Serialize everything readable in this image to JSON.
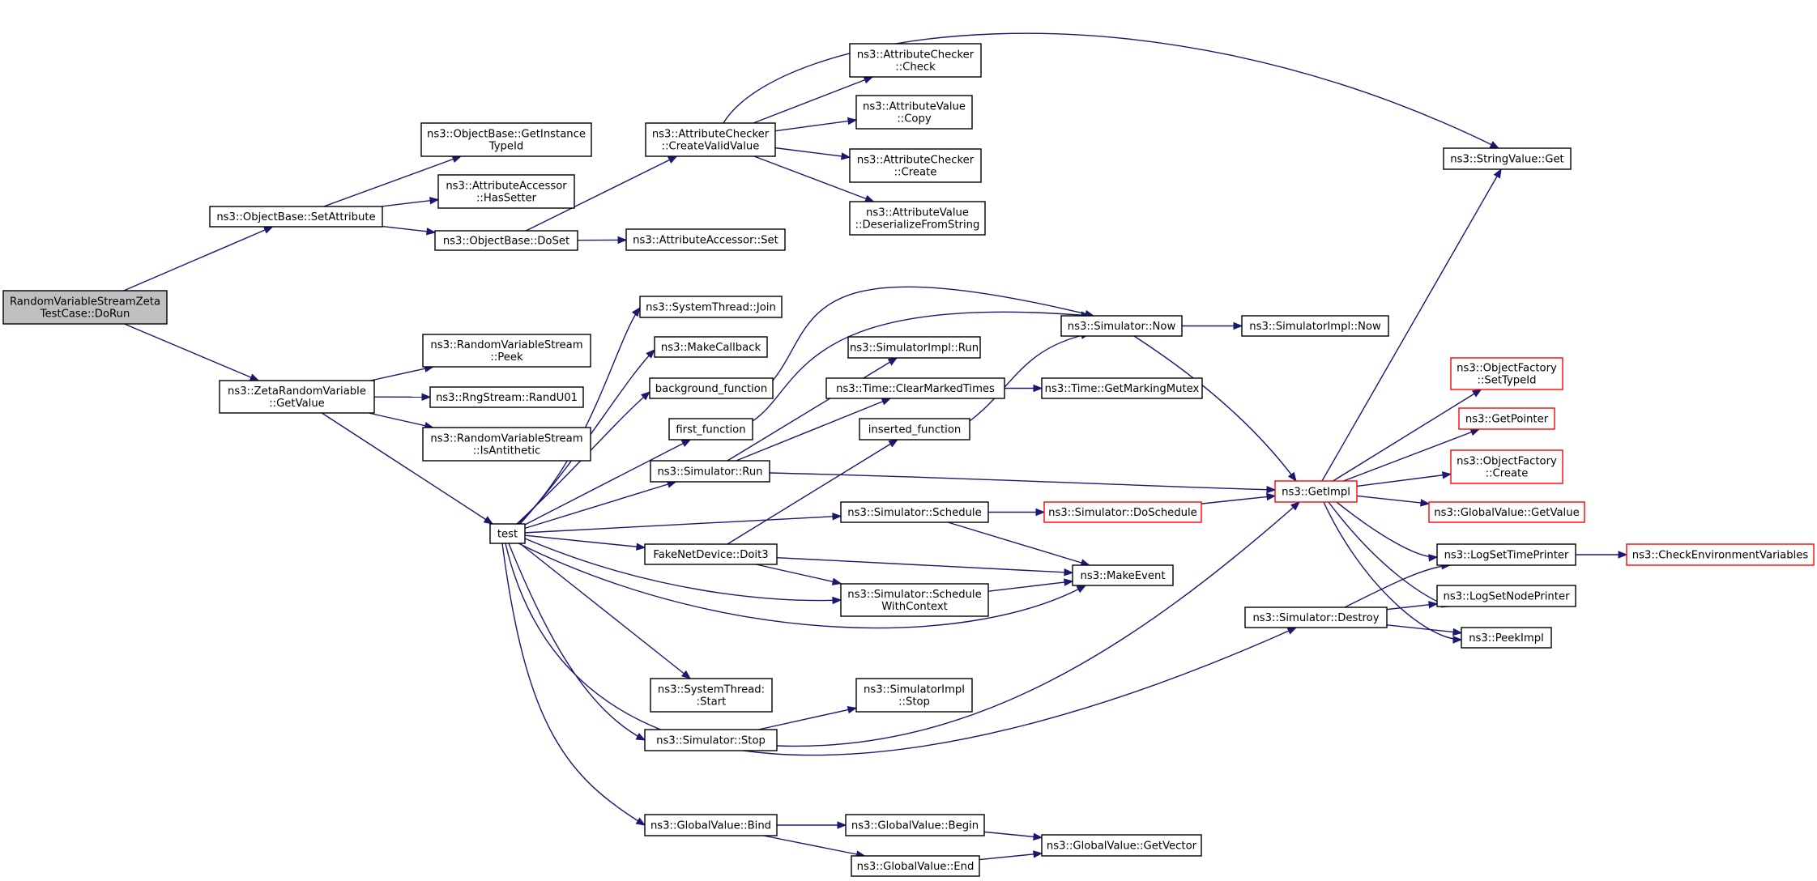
{
  "graph": {
    "colors": {
      "edge": "#191970",
      "node_border": "#000000",
      "truncated_border": "#ff0000",
      "root_fill": "#bfbfbf",
      "node_fill": "#ffffff"
    },
    "nodes": [
      {
        "id": "root",
        "lines": [
          "RandomVariableStreamZeta",
          "TestCase::DoRun"
        ],
        "style": "root"
      },
      {
        "id": "setattr",
        "lines": [
          "ns3::ObjectBase::SetAttribute"
        ],
        "style": "normal"
      },
      {
        "id": "getinst",
        "lines": [
          "ns3::ObjectBase::GetInstance",
          "TypeId"
        ],
        "style": "normal"
      },
      {
        "id": "hassetter",
        "lines": [
          "ns3::AttributeAccessor",
          "::HasSetter"
        ],
        "style": "normal"
      },
      {
        "id": "doset",
        "lines": [
          "ns3::ObjectBase::DoSet"
        ],
        "style": "normal"
      },
      {
        "id": "createvalid",
        "lines": [
          "ns3::AttributeChecker",
          "::CreateValidValue"
        ],
        "style": "normal"
      },
      {
        "id": "accset",
        "lines": [
          "ns3::AttributeAccessor::Set"
        ],
        "style": "normal"
      },
      {
        "id": "check",
        "lines": [
          "ns3::AttributeChecker",
          "::Check"
        ],
        "style": "normal"
      },
      {
        "id": "copy",
        "lines": [
          "ns3::AttributeValue",
          "::Copy"
        ],
        "style": "normal"
      },
      {
        "id": "checkcreate",
        "lines": [
          "ns3::AttributeChecker",
          "::Create"
        ],
        "style": "normal"
      },
      {
        "id": "deser",
        "lines": [
          "ns3::AttributeValue",
          "::DeserializeFromString"
        ],
        "style": "normal"
      },
      {
        "id": "strget",
        "lines": [
          "ns3::StringValue::Get"
        ],
        "style": "normal"
      },
      {
        "id": "zetaget",
        "lines": [
          "ns3::ZetaRandomVariable",
          "::GetValue"
        ],
        "style": "normal"
      },
      {
        "id": "peek",
        "lines": [
          "ns3::RandomVariableStream",
          "::Peek"
        ],
        "style": "normal"
      },
      {
        "id": "randu01",
        "lines": [
          "ns3::RngStream::RandU01"
        ],
        "style": "normal"
      },
      {
        "id": "isanti",
        "lines": [
          "ns3::RandomVariableStream",
          "::IsAntithetic"
        ],
        "style": "normal"
      },
      {
        "id": "test",
        "lines": [
          "test"
        ],
        "style": "normal"
      },
      {
        "id": "join",
        "lines": [
          "ns3::SystemThread::Join"
        ],
        "style": "normal"
      },
      {
        "id": "makecb",
        "lines": [
          "ns3::MakeCallback"
        ],
        "style": "normal"
      },
      {
        "id": "bgfunc",
        "lines": [
          "background_function"
        ],
        "style": "normal"
      },
      {
        "id": "firstfunc",
        "lines": [
          "first_function"
        ],
        "style": "normal"
      },
      {
        "id": "simrun",
        "lines": [
          "ns3::Simulator::Run"
        ],
        "style": "normal"
      },
      {
        "id": "simimplrun",
        "lines": [
          "ns3::SimulatorImpl::Run"
        ],
        "style": "normal"
      },
      {
        "id": "clearmarked",
        "lines": [
          "ns3::Time::ClearMarkedTimes"
        ],
        "style": "normal"
      },
      {
        "id": "insfunc",
        "lines": [
          "inserted_function"
        ],
        "style": "normal"
      },
      {
        "id": "simnow",
        "lines": [
          "ns3::Simulator::Now"
        ],
        "style": "normal"
      },
      {
        "id": "implnow",
        "lines": [
          "ns3::SimulatorImpl::Now"
        ],
        "style": "normal"
      },
      {
        "id": "getmutex",
        "lines": [
          "ns3::Time::GetMarkingMutex"
        ],
        "style": "normal"
      },
      {
        "id": "simsched",
        "lines": [
          "ns3::Simulator::Schedule"
        ],
        "style": "normal"
      },
      {
        "id": "doschedule",
        "lines": [
          "ns3::Simulator::DoSchedule"
        ],
        "style": "truncated"
      },
      {
        "id": "getimpl",
        "lines": [
          "ns3::GetImpl"
        ],
        "style": "truncated"
      },
      {
        "id": "doit3",
        "lines": [
          "FakeNetDevice::Doit3"
        ],
        "style": "normal"
      },
      {
        "id": "schedctx",
        "lines": [
          "ns3::Simulator::Schedule",
          "WithContext"
        ],
        "style": "normal"
      },
      {
        "id": "makeevent",
        "lines": [
          "ns3::MakeEvent"
        ],
        "style": "normal"
      },
      {
        "id": "simdestroy",
        "lines": [
          "ns3::Simulator::Destroy"
        ],
        "style": "normal"
      },
      {
        "id": "sysstart",
        "lines": [
          "ns3::SystemThread:",
          ":Start"
        ],
        "style": "normal"
      },
      {
        "id": "simimplstop",
        "lines": [
          "ns3::SimulatorImpl",
          "::Stop"
        ],
        "style": "normal"
      },
      {
        "id": "simstop",
        "lines": [
          "ns3::Simulator::Stop"
        ],
        "style": "normal"
      },
      {
        "id": "gvbind",
        "lines": [
          "ns3::GlobalValue::Bind"
        ],
        "style": "normal"
      },
      {
        "id": "gvbegin",
        "lines": [
          "ns3::GlobalValue::Begin"
        ],
        "style": "normal"
      },
      {
        "id": "gvend",
        "lines": [
          "ns3::GlobalValue::End"
        ],
        "style": "normal"
      },
      {
        "id": "gvgetvec",
        "lines": [
          "ns3::GlobalValue::GetVector"
        ],
        "style": "normal"
      },
      {
        "id": "ofsettype",
        "lines": [
          "ns3::ObjectFactory",
          "::SetTypeId"
        ],
        "style": "truncated"
      },
      {
        "id": "getpointer",
        "lines": [
          "ns3::GetPointer"
        ],
        "style": "truncated"
      },
      {
        "id": "ofcreate",
        "lines": [
          "ns3::ObjectFactory",
          "::Create"
        ],
        "style": "truncated"
      },
      {
        "id": "gvgetvalue",
        "lines": [
          "ns3::GlobalValue::GetValue"
        ],
        "style": "truncated"
      },
      {
        "id": "logtime",
        "lines": [
          "ns3::LogSetTimePrinter"
        ],
        "style": "normal"
      },
      {
        "id": "checkenv",
        "lines": [
          "ns3::CheckEnvironmentVariables"
        ],
        "style": "truncated"
      },
      {
        "id": "lognode",
        "lines": [
          "ns3::LogSetNodePrinter"
        ],
        "style": "normal"
      },
      {
        "id": "peekimpl",
        "lines": [
          "ns3::PeekImpl"
        ],
        "style": "normal"
      }
    ],
    "edges": [
      [
        "root",
        "setattr"
      ],
      [
        "root",
        "zetaget"
      ],
      [
        "setattr",
        "getinst"
      ],
      [
        "setattr",
        "hassetter"
      ],
      [
        "setattr",
        "doset"
      ],
      [
        "doset",
        "createvalid"
      ],
      [
        "doset",
        "accset"
      ],
      [
        "createvalid",
        "check"
      ],
      [
        "createvalid",
        "copy"
      ],
      [
        "createvalid",
        "checkcreate"
      ],
      [
        "createvalid",
        "deser"
      ],
      [
        "createvalid",
        "strget"
      ],
      [
        "zetaget",
        "peek"
      ],
      [
        "zetaget",
        "randu01"
      ],
      [
        "zetaget",
        "isanti"
      ],
      [
        "zetaget",
        "test"
      ],
      [
        "test",
        "join"
      ],
      [
        "test",
        "makecb"
      ],
      [
        "test",
        "bgfunc"
      ],
      [
        "test",
        "firstfunc"
      ],
      [
        "test",
        "simrun"
      ],
      [
        "test",
        "simsched"
      ],
      [
        "test",
        "doit3"
      ],
      [
        "test",
        "schedctx"
      ],
      [
        "test",
        "makeevent"
      ],
      [
        "test",
        "sysstart"
      ],
      [
        "test",
        "simstop"
      ],
      [
        "test",
        "simdestroy"
      ],
      [
        "test",
        "gvbind"
      ],
      [
        "bgfunc",
        "simnow"
      ],
      [
        "firstfunc",
        "simnow"
      ],
      [
        "simrun",
        "simimplrun"
      ],
      [
        "simrun",
        "clearmarked"
      ],
      [
        "simrun",
        "getimpl"
      ],
      [
        "clearmarked",
        "getmutex"
      ],
      [
        "insfunc",
        "simnow"
      ],
      [
        "simnow",
        "implnow"
      ],
      [
        "simnow",
        "getimpl"
      ],
      [
        "simsched",
        "doschedule"
      ],
      [
        "simsched",
        "makeevent"
      ],
      [
        "doschedule",
        "getimpl"
      ],
      [
        "doit3",
        "insfunc"
      ],
      [
        "doit3",
        "makeevent"
      ],
      [
        "doit3",
        "schedctx"
      ],
      [
        "schedctx",
        "makeevent"
      ],
      [
        "simstop",
        "simimplstop"
      ],
      [
        "simstop",
        "getimpl"
      ],
      [
        "simdestroy",
        "logtime"
      ],
      [
        "simdestroy",
        "lognode"
      ],
      [
        "simdestroy",
        "peekimpl"
      ],
      [
        "gvbind",
        "gvbegin"
      ],
      [
        "gvbind",
        "gvend"
      ],
      [
        "gvbegin",
        "gvgetvec"
      ],
      [
        "gvend",
        "gvgetvec"
      ],
      [
        "getimpl",
        "strget"
      ],
      [
        "getimpl",
        "ofsettype"
      ],
      [
        "getimpl",
        "getpointer"
      ],
      [
        "getimpl",
        "ofcreate"
      ],
      [
        "getimpl",
        "gvgetvalue"
      ],
      [
        "getimpl",
        "logtime"
      ],
      [
        "getimpl",
        "lognode"
      ],
      [
        "getimpl",
        "peekimpl"
      ],
      [
        "logtime",
        "checkenv"
      ]
    ]
  }
}
